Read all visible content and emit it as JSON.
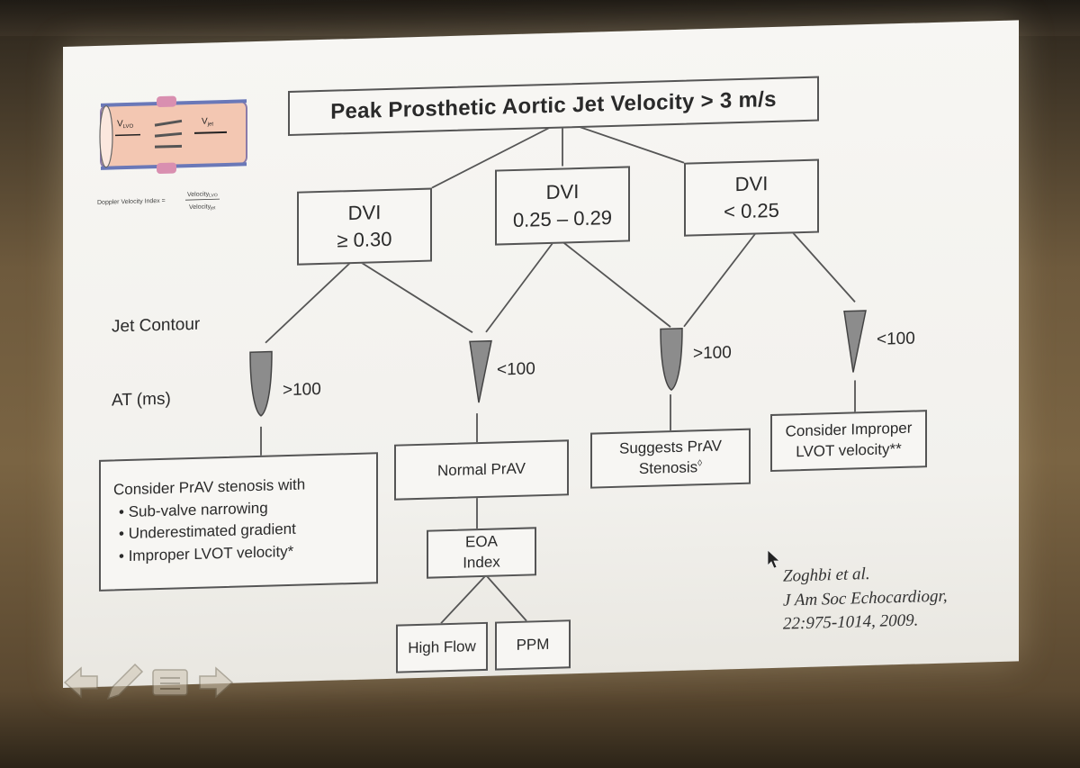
{
  "title": "Peak Prosthetic Aortic Jet Velocity > 3 m/s",
  "dvi": [
    {
      "label": "DVI",
      "value": "≥ 0.30"
    },
    {
      "label": "DVI",
      "value": "0.25 – 0.29"
    },
    {
      "label": "DVI",
      "value": "< 0.25"
    }
  ],
  "row_labels": {
    "jet_contour": "Jet Contour",
    "at": "AT (ms)"
  },
  "at_values": [
    ">100",
    "<100",
    ">100",
    "<100"
  ],
  "outcomes": {
    "stenosis_title": "Consider PrAV stenosis with",
    "stenosis_items": [
      "Sub-valve narrowing",
      "Underestimated gradient",
      "Improper LVOT velocity*"
    ],
    "normal": "Normal PrAV",
    "suggests_line1": "Suggests PrAV",
    "suggests_line2": "Stenosis",
    "suggests_mark": "◊",
    "improper_line1": "Consider Improper",
    "improper_line2": "LVOT velocity**"
  },
  "eoa": {
    "line1": "EOA",
    "line2": "Index"
  },
  "eoa_children": [
    "High Flow",
    "PPM"
  ],
  "inset": {
    "v_lvo": "V",
    "v_lvo_sub": "LVO",
    "v_jet": "V",
    "v_jet_sub": "jet",
    "formula_label": "Doppler Velocity Index =",
    "formula_num": "Velocity",
    "formula_num_sub": "LVO",
    "formula_den": "Velocity",
    "formula_den_sub": "jet"
  },
  "citation": {
    "line1": "Zoghbi et al.",
    "line2": "J Am Soc Echocardiogr,",
    "line3": "22:975-1014, 2009."
  },
  "colors": {
    "line": "#555555",
    "shape": "#8c8c8c",
    "slide": "#f4f3ef"
  },
  "icons": [
    "arrow-left-icon",
    "pencil-icon",
    "menu-icon",
    "arrow-right-icon"
  ]
}
